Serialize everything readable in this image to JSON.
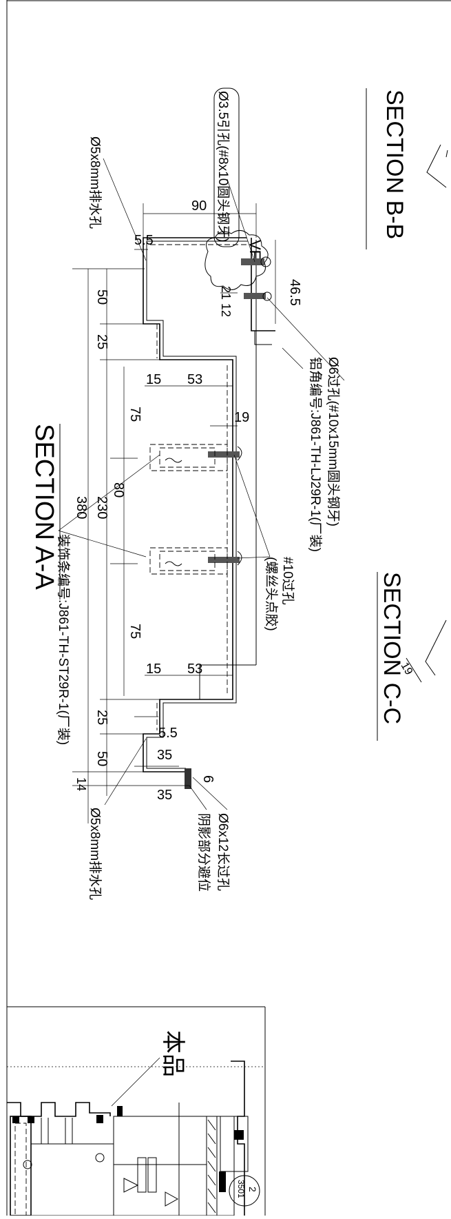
{
  "sections": {
    "aa": "SECTION A-A",
    "bb": "SECTION B-B",
    "cc": "SECTION C-C"
  },
  "dims": {
    "d90": "90",
    "d5_5_top": "5.5",
    "d46_5": "46.5",
    "d21": "21",
    "d12": "12",
    "d50_top": "50",
    "d25_top": "25",
    "d15_top": "15",
    "d53_top": "53",
    "d75_top": "75",
    "d19": "19",
    "d230": "230",
    "d380": "380",
    "d80": "80",
    "d75_bot": "75",
    "d15_bot": "15",
    "d53_bot": "53",
    "d25_bot": "25",
    "d5_5_bot": "5.5",
    "d35_a": "35",
    "d50_bot": "50",
    "d14": "14",
    "d35_b": "35",
    "d6": "6",
    "d19_cc": "19",
    "vf": "VF"
  },
  "notes": {
    "drain_top": "Ø5x8mm排水孔",
    "pilot_hole": "Ø3.5引孔(#8x10圆头钢牙)",
    "through_hole": "Ø6过孔(#10x15mm圆头钢牙)",
    "angle_code": "铝角编号:J861-TH-LJ29R-1(厂装)",
    "hole10": "#10过孔",
    "screw_glue": "(螺丝头点胶)",
    "deco_code": "装饰条编号:J861-TH-ST29R-1(厂装)",
    "drain_bot": "Ø5x8mm排水孔",
    "slot": "Ø6x12长过孔",
    "shadow": "阴影部分避位"
  },
  "inset": {
    "label": "本品",
    "callout_num": "2",
    "callout_ref": "3501"
  }
}
